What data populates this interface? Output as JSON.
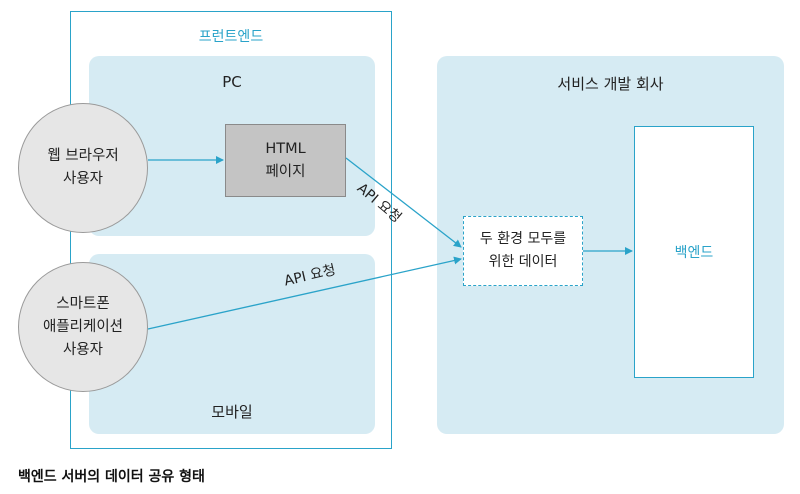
{
  "frontend": {
    "title": "프런트엔드"
  },
  "pc": {
    "title": "PC"
  },
  "mobile": {
    "title": "모바일"
  },
  "company": {
    "title": "서비스 개발 회사"
  },
  "browser_user": {
    "line1": "웹 브라우저",
    "line2": "사용자"
  },
  "mobile_user": {
    "line1": "스마트폰",
    "line2": "애플리케이션",
    "line3": "사용자"
  },
  "html_page": {
    "line1": "HTML",
    "line2": "페이지"
  },
  "shared_data": {
    "line1": "두 환경 모두를",
    "line2": "위한 데이터"
  },
  "backend": {
    "label": "백엔드"
  },
  "api_request_top": "API 요청",
  "api_request_bottom": "API 요청",
  "caption": "백엔드 서버의 데이터 공유 형태",
  "colors": {
    "accent": "#2aa3c9",
    "panel": "#d6ebf3",
    "node": "#e6e6e6",
    "page": "#c4c4c4"
  }
}
